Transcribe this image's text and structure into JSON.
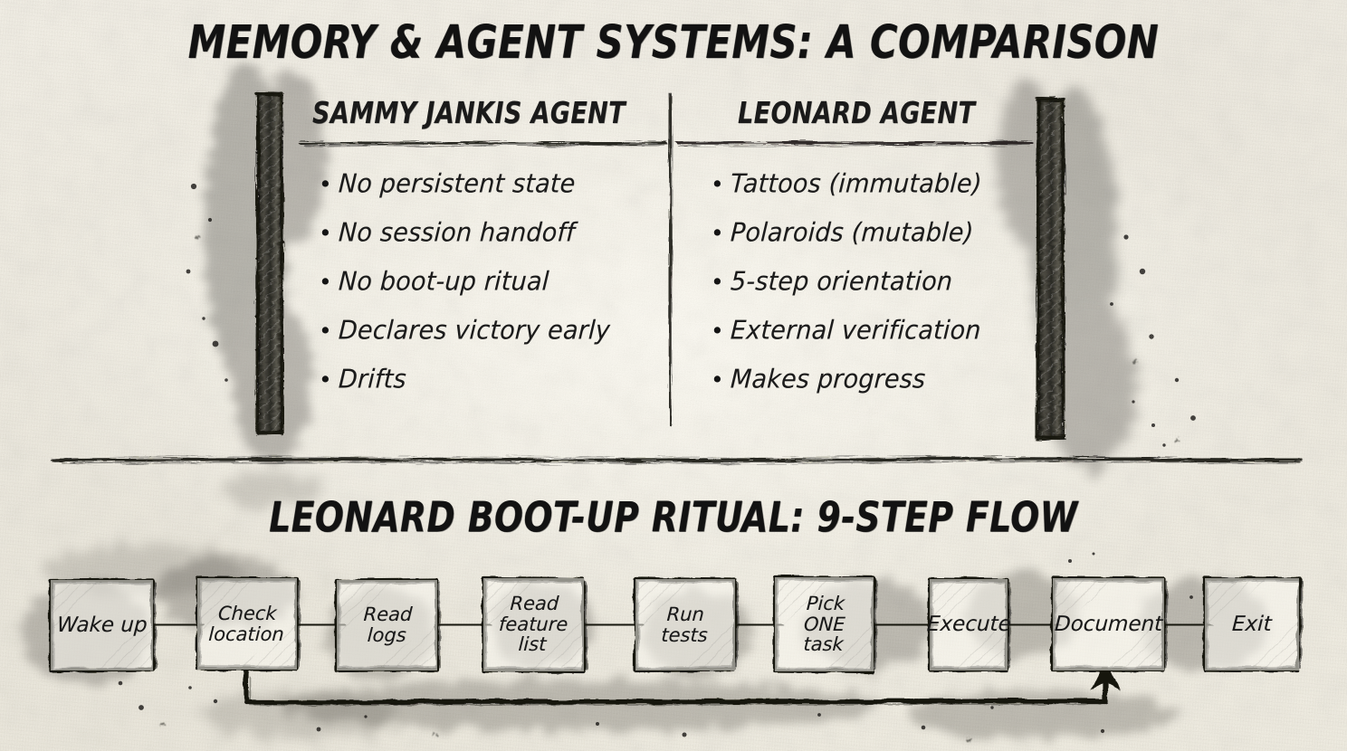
{
  "page": {
    "main_title": "MEMORY & AGENT SYSTEMS: A COMPARISON",
    "flow_title": "LEONARD BOOT-UP RITUAL: 9-STEP FLOW",
    "paper_color": "#f4f1e7",
    "ink_color": "#181818"
  },
  "comparison": {
    "left": {
      "header": "SAMMY JANKIS AGENT",
      "bullet_char": "•",
      "items": [
        "No persistent state",
        "No session handoff",
        "No boot-up ritual",
        "Declares victory early",
        "Drifts"
      ]
    },
    "right": {
      "header": "LEONARD AGENT",
      "bullet_char": "•",
      "items": [
        "Tattoos (immutable)",
        "Polaroids (mutable)",
        "5-step orientation",
        "External verification",
        "Makes progress"
      ]
    }
  },
  "flow": {
    "steps": [
      {
        "id": "step-1",
        "label": "Wake up",
        "lines": [
          "Wake up"
        ]
      },
      {
        "id": "step-2",
        "label": "Check location",
        "lines": [
          "Check",
          "location"
        ]
      },
      {
        "id": "step-3",
        "label": "Read logs",
        "lines": [
          "Read",
          "logs"
        ]
      },
      {
        "id": "step-4",
        "label": "Read feature list",
        "lines": [
          "Read",
          "feature",
          "list"
        ]
      },
      {
        "id": "step-5",
        "label": "Run tests",
        "lines": [
          "Run",
          "tests"
        ]
      },
      {
        "id": "step-6",
        "label": "Pick ONE task",
        "lines": [
          "Pick",
          "ONE",
          "task"
        ]
      },
      {
        "id": "step-7",
        "label": "Execute",
        "lines": [
          "Execute"
        ]
      },
      {
        "id": "step-8",
        "label": "Document",
        "lines": [
          "Document"
        ]
      },
      {
        "id": "step-9",
        "label": "Exit",
        "lines": [
          "Exit"
        ]
      }
    ],
    "step_count": 9,
    "feedback_loop": {
      "from": "Check location",
      "to": "Document"
    }
  }
}
